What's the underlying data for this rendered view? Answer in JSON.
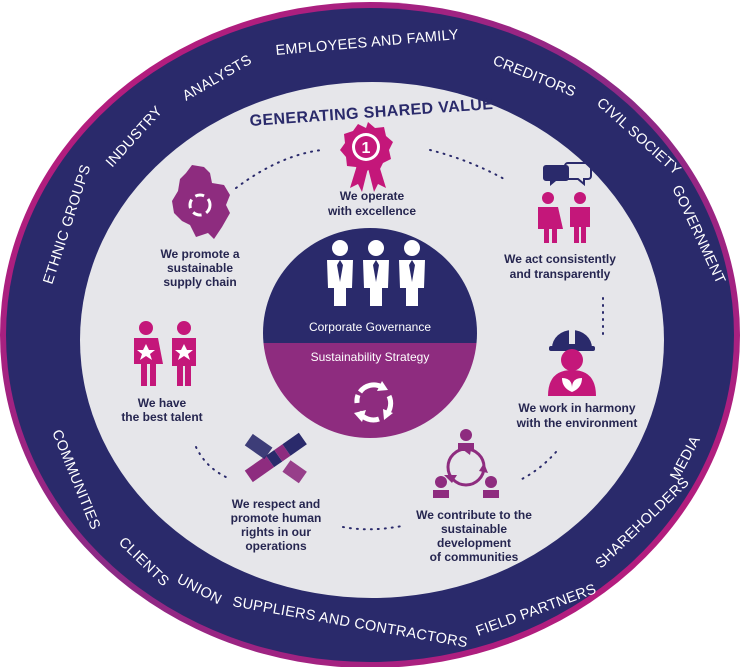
{
  "title": "GENERATING SHARED VALUE",
  "stakeholders": [
    "ETHNIC GROUPS",
    "INDUSTRY",
    "ANALYSTS",
    "EMPLOYEES AND FAMILY",
    "CREDITORS",
    "CIVIL SOCIETY",
    "GOVERNMENT",
    "COMMUNITIES",
    "CLIENTS",
    "UNION",
    "SUPPLIERS AND CONTRACTORS",
    "FIELD PARTNERS",
    "SHAREHOLDERS",
    "MEDIA"
  ],
  "center": {
    "top_label": "Corporate Governance",
    "bottom_label": "Sustainability Strategy"
  },
  "pillars": {
    "excellence": [
      "We operate",
      "with excellence"
    ],
    "consistent": [
      "We act consistently",
      "and transparently"
    ],
    "environment": [
      "We work in harmony",
      "with the environment"
    ],
    "communities": [
      "We contribute to the",
      "sustainable",
      "development",
      "of communities"
    ],
    "rights": [
      "We respect and",
      "promote human",
      "rights in our",
      "operations"
    ],
    "talent": [
      "We have",
      "the best talent"
    ],
    "supply": [
      "We promote a",
      "sustainable",
      "supply chain"
    ]
  },
  "colors": {
    "navy": "#2a2a6b",
    "magenta": "#c4177a",
    "purple": "#8e2c7f",
    "light_gray": "#e6e6ea"
  },
  "icons": [
    "medal-icon",
    "people-talking-icon",
    "worker-plant-icon",
    "community-cycle-icon",
    "handshake-icon",
    "talent-people-icon",
    "colombia-map-icon",
    "executives-icon",
    "recycle-arrows-icon"
  ]
}
